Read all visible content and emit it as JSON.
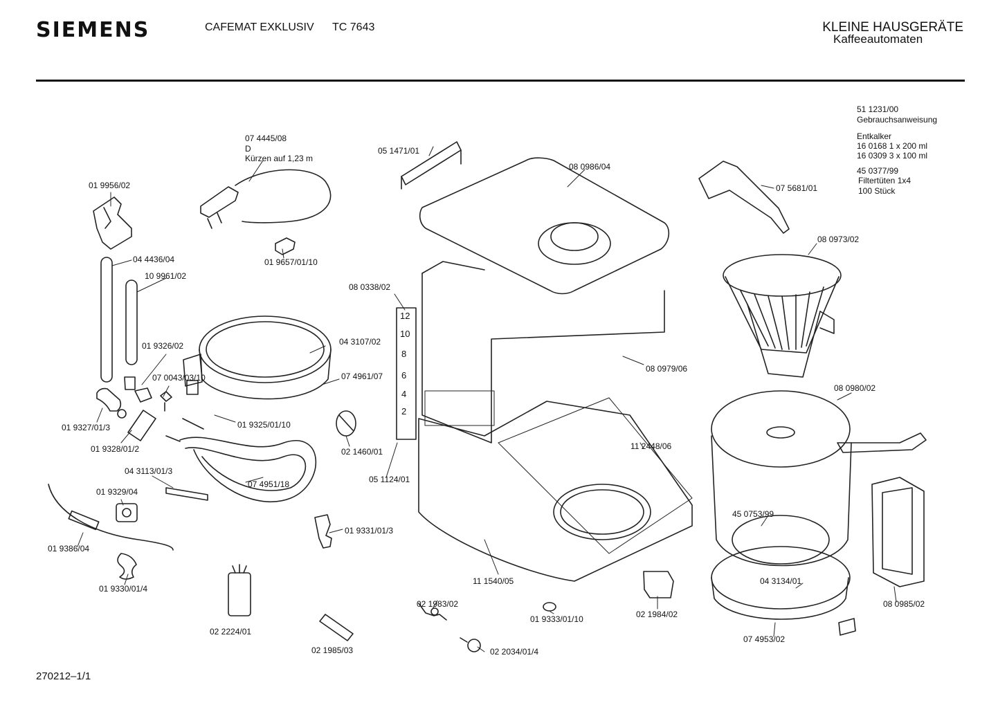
{
  "header": {
    "brand": "SIEMENS",
    "model_name": "CAFEMAT EXKLUSIV",
    "model_number": "TC 7643",
    "category": "KLEINE HAUSGERÄTE",
    "subcategory": "Kaffeeautomaten"
  },
  "footer": {
    "doc_id": "270212–1/1"
  },
  "notes": {
    "manual_number": "51 1231/00",
    "manual_label": "Gebrauchsanweisung",
    "descaler_label": "Entkalker",
    "descaler_1": "16 0168  1 x 200 ml",
    "descaler_2": "16 0309  3 x 100 ml",
    "filter_number": "45 0377/99",
    "filter_label": "Filtertüten 1x4",
    "filter_qty": "100 Stück"
  },
  "cord": {
    "number": "07 4445/08",
    "variant": "D",
    "note": "Kürzen auf 1,23 m"
  },
  "parts": [
    "01 9956/02",
    "04 4436/04",
    "10 9961/02",
    "01 9326/02",
    "07 0043/03/10",
    "01 9327/01/3",
    "01 9328/01/2",
    "01 9325/01/10",
    "04 3113/01/3",
    "07 4951/18",
    "01 9329/04",
    "01 9386/04",
    "01 9330/01/4",
    "01 9657/01/10",
    "04 3107/02",
    "07 4961/07",
    "02 1460/01",
    "01 9331/01/3",
    "02 2224/01",
    "02 1985/03",
    "02 1983/02",
    "02 2034/01/4",
    "05 1471/01",
    "08 0986/04",
    "08 0338/02",
    "05 1124/01",
    "08 0979/06",
    "11 2448/06",
    "11 1540/05",
    "01 9333/01/10",
    "02 1984/02",
    "07 5681/01",
    "08 0973/02",
    "08 0980/02",
    "45 0753/99",
    "04 3134/01",
    "07 4953/02",
    "08 0985/02"
  ],
  "scale_marks": [
    "12",
    "10",
    "8",
    "6",
    "4",
    "2"
  ]
}
